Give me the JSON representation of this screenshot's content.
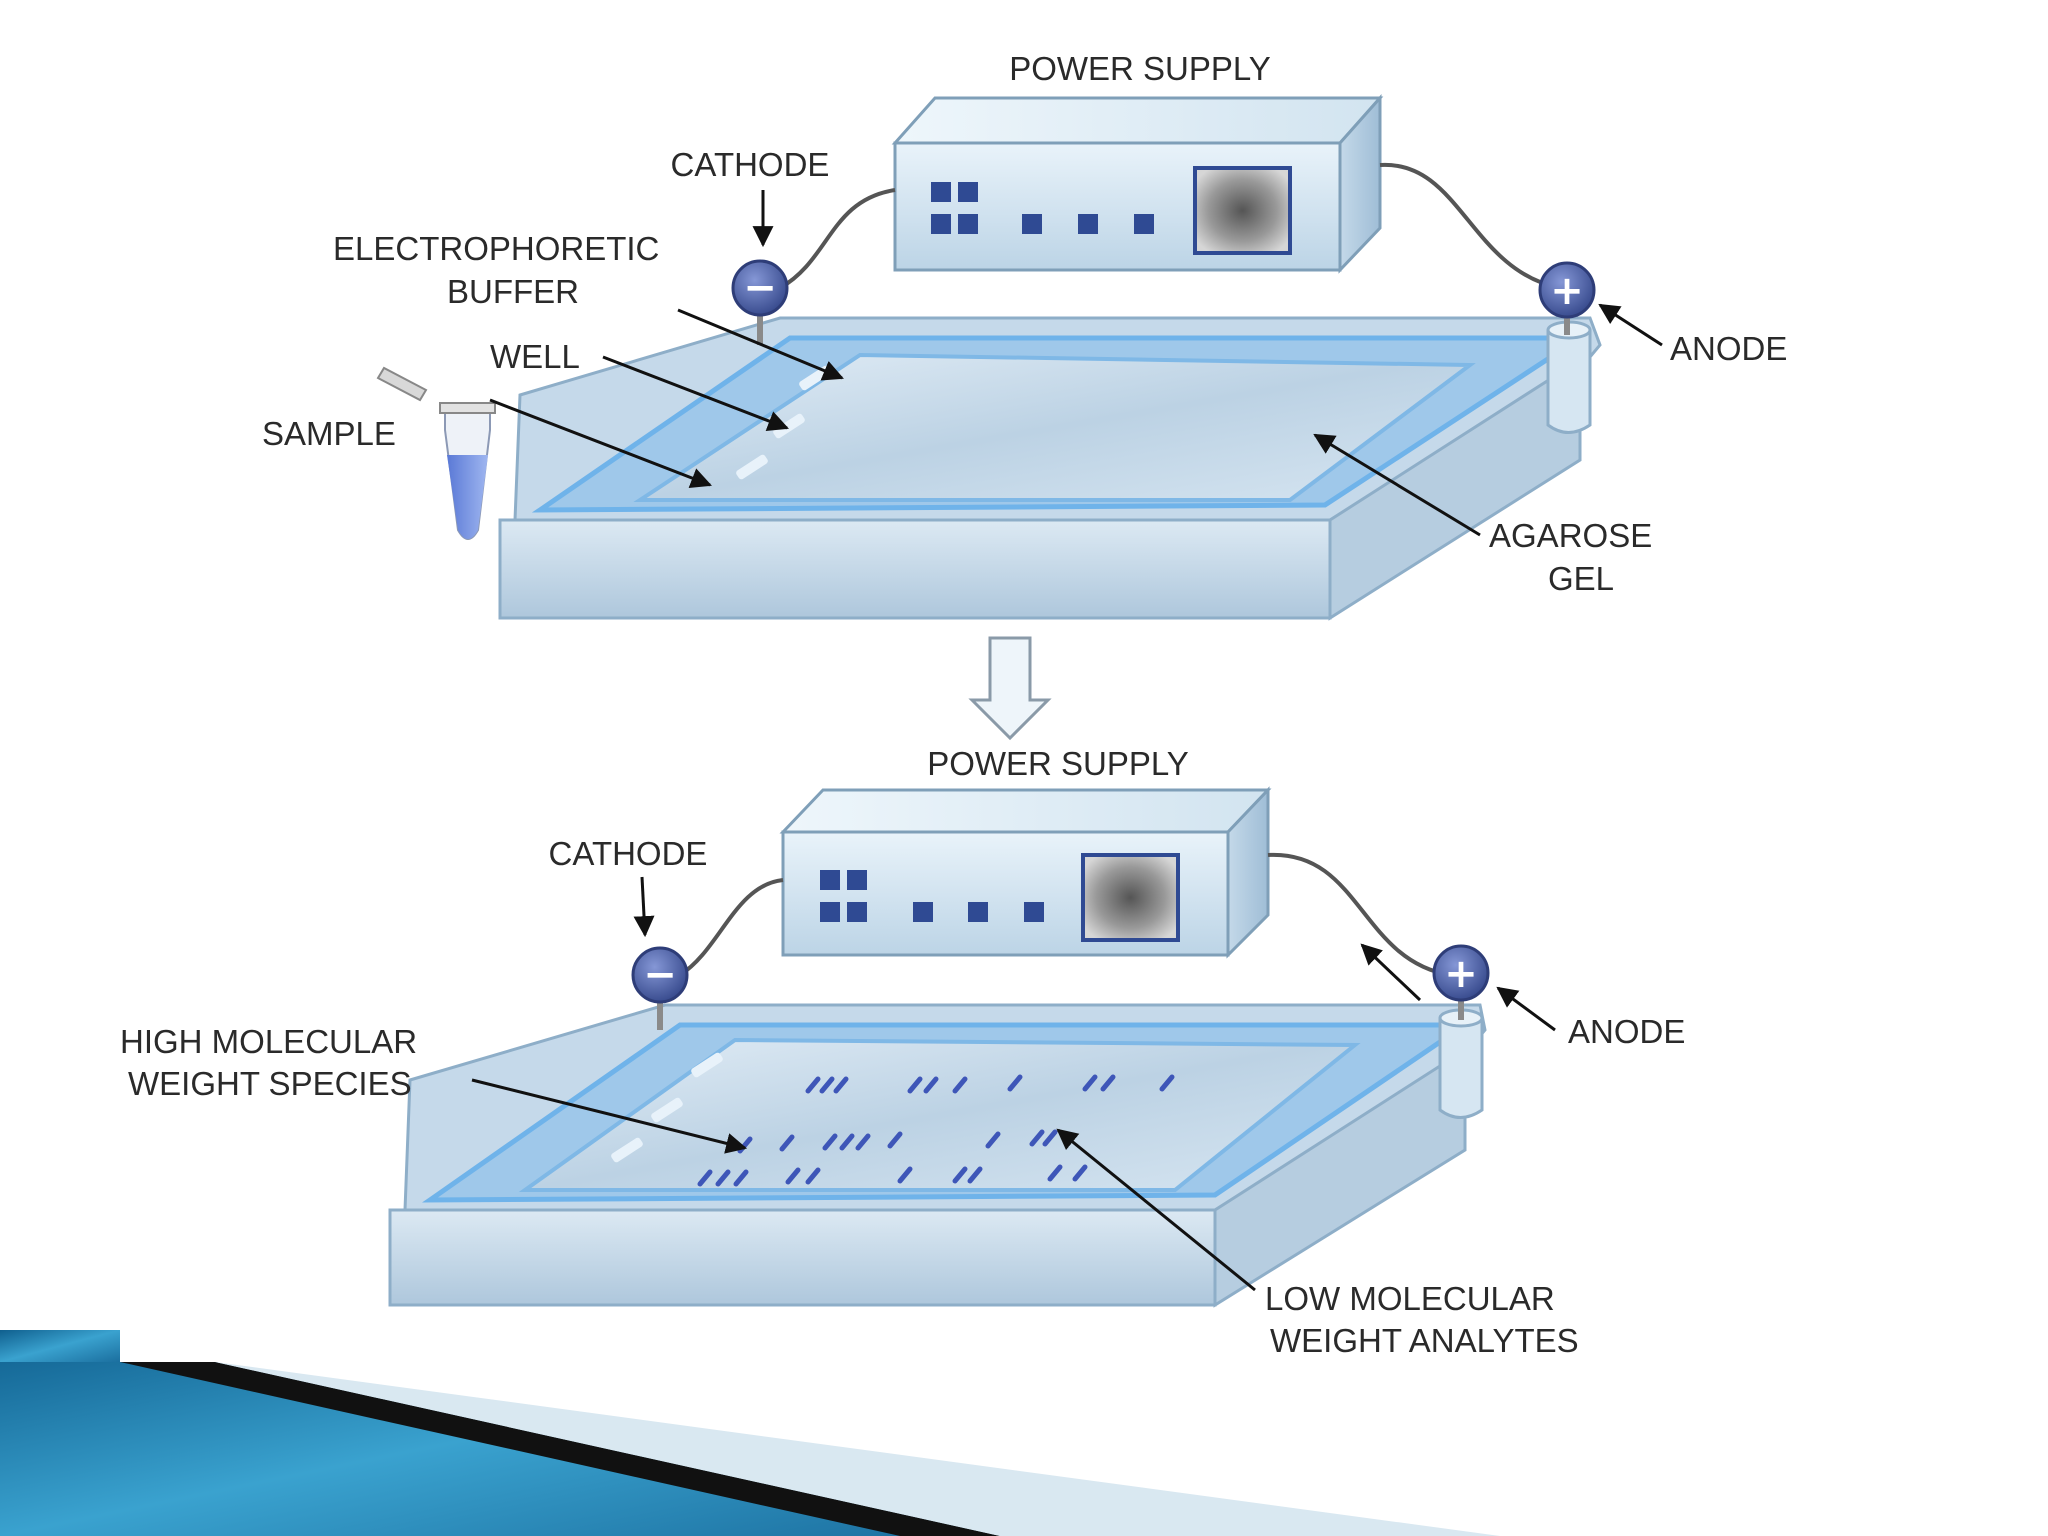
{
  "top": {
    "power_supply": "POWER SUPPLY",
    "cathode": "CATHODE",
    "buffer_line1": "ELECTROPHORETIC",
    "buffer_line2": "BUFFER",
    "well": "WELL",
    "sample": "SAMPLE",
    "anode": "ANODE",
    "gel_line1": "AGAROSE",
    "gel_line2": "GEL",
    "cathode_symbol": "−",
    "anode_symbol": "+"
  },
  "bottom": {
    "power_supply": "POWER SUPPLY",
    "cathode": "CATHODE",
    "high_line1": "HIGH MOLECULAR",
    "high_line2": "WEIGHT SPECIES",
    "anode": "ANODE",
    "low_line1": "LOW MOLECULAR",
    "low_line2": "WEIGHT ANALYTES",
    "cathode_symbol": "−",
    "anode_symbol": "+"
  },
  "colors": {
    "tray": "#c9dced",
    "buffer_glow": "#6fb3ea",
    "power_box": "#d8e9f5",
    "electrode": "#4b5fa0",
    "band": "#3e56b8",
    "label_text": "#2a2a2a",
    "slide_accent_dark": "#111111",
    "slide_accent_blue": "#2f8fc2"
  }
}
